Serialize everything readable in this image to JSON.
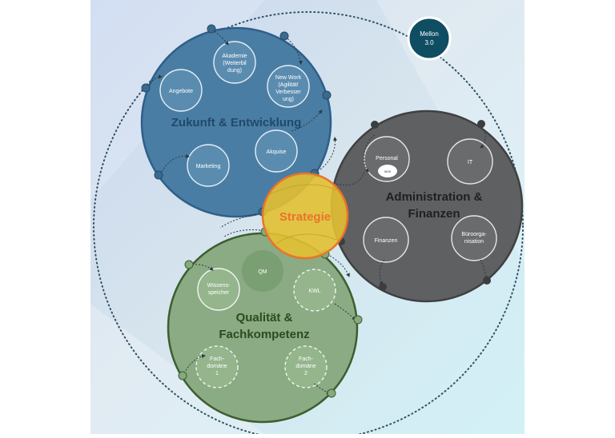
{
  "badge": {
    "label_line1": "Mellon",
    "label_line2": "3.0"
  },
  "circles": {
    "zukunft": {
      "title": "Zukunft & Entwicklung",
      "fill": "#4a7da3",
      "items": {
        "akademie": [
          "Akademie",
          "(Weiterbil",
          "dung)"
        ],
        "angebote": [
          "Angebote"
        ],
        "newwork": [
          "New Work",
          "(Agilität/",
          "Verbesser",
          "ung)"
        ],
        "marketing": [
          "Marketing"
        ],
        "akquise": [
          "Akquise"
        ]
      }
    },
    "admin": {
      "title_line1": "Administration &",
      "title_line2": "Finanzen",
      "fill": "#5f6062",
      "items": {
        "personal": [
          "Personal"
        ],
        "personal_sub": "NEW",
        "it": [
          "IT"
        ],
        "finanzen": [
          "Finanzen"
        ],
        "buero": [
          "Büroorga-",
          "nisation"
        ]
      }
    },
    "qualitaet": {
      "title_line1": "Qualität &",
      "title_line2": "Fachkompetenz",
      "fill": "#8aab83",
      "items": {
        "qm": [
          "QM"
        ],
        "wissen": [
          "Wissens-",
          "speicher"
        ],
        "kwl": [
          "KWL"
        ],
        "fach1": [
          "Fach-",
          "domäne",
          "1"
        ],
        "fach2": [
          "Fach-",
          "domäne",
          "2"
        ]
      }
    },
    "strategie": {
      "title": "Strategie",
      "fill": "#e3c032",
      "stroke": "#e8742a"
    }
  },
  "colors": {
    "outer_ring": "#2f4f63",
    "title_zukunft": "#21496b",
    "title_admin": "#1f2020",
    "title_qualitaet": "#2e4a1f",
    "title_strategie": "#e8742a"
  }
}
